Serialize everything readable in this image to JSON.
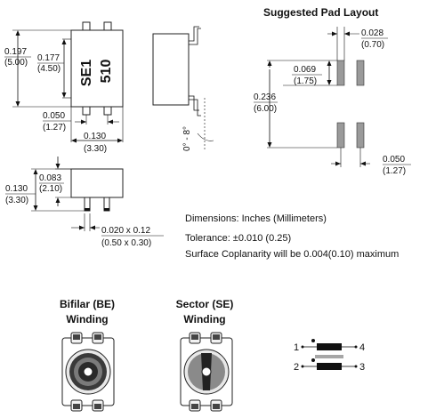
{
  "part_marking": {
    "line1": "SE1",
    "line2": "510"
  },
  "dims": {
    "height_in": "0.197",
    "height_mm": "(5.00)",
    "inner_in": "0.177",
    "inner_mm": "(4.50)",
    "pitch_in": "0.050",
    "pitch_mm": "(1.27)",
    "width_in": "0.130",
    "width_mm": "(3.30)",
    "side_h_in": "0.130",
    "side_h_mm": "(3.30)",
    "body_h_in": "0.083",
    "body_h_mm": "(2.10)",
    "lead_in": "0.020 x 0.12",
    "lead_mm": "(0.50 x 0.30)",
    "angle": "0° - 8°"
  },
  "pad_layout": {
    "title": "Suggested Pad Layout",
    "pad_w_in": "0.028",
    "pad_w_mm": "(0.70)",
    "pad_l_in": "0.069",
    "pad_l_mm": "(1.75)",
    "span_in": "0.236",
    "span_mm": "(6.00)",
    "pitch_in": "0.050",
    "pitch_mm": "(1.27)"
  },
  "notes": {
    "dimensions": "Dimensions: Inches (Millimeters)",
    "tolerance": "Tolerance: ±0.010 (0.25)",
    "coplanarity": "Surface Coplanarity will be 0.004(0.10) maximum"
  },
  "windings": {
    "bifilar": {
      "line1": "Bifilar (BE)",
      "line2": "Winding"
    },
    "sector": {
      "line1": "Sector (SE)",
      "line2": "Winding"
    }
  },
  "schematic": {
    "pin1": "1",
    "pin2": "2",
    "pin3": "3",
    "pin4": "4"
  }
}
